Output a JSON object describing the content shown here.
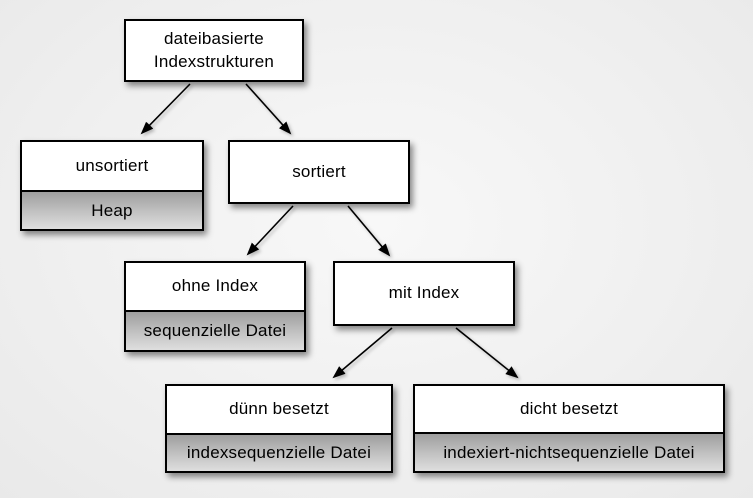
{
  "page": {
    "background_color": "#f0f0f0"
  },
  "diagram": {
    "type": "tree",
    "topic": "dateibasierte Indexstrukturen",
    "colors": {
      "node_fill": "#ffffff",
      "node_border": "#000000",
      "sublabel_gradient_top": "#9e9e9e",
      "sublabel_gradient_bottom": "#dedede",
      "text": "#000000",
      "arrow": "#000000"
    },
    "nodes": {
      "root": {
        "label": "dateibasierte Indexstrukturen"
      },
      "unsorted": {
        "label": "unsortiert",
        "sublabel": "Heap"
      },
      "sorted": {
        "label": "sortiert"
      },
      "no_index": {
        "label": "ohne Index",
        "sublabel": "sequenzielle Datei"
      },
      "with_index": {
        "label": "mit Index"
      },
      "sparse": {
        "label": "dünn besetzt",
        "sublabel": "indexsequenzielle Datei"
      },
      "dense": {
        "label": "dicht besetzt",
        "sublabel": "indexiert-nichtsequenzielle Datei"
      }
    },
    "edges": [
      {
        "from": "root",
        "to": "unsorted"
      },
      {
        "from": "root",
        "to": "sorted"
      },
      {
        "from": "sorted",
        "to": "no_index"
      },
      {
        "from": "sorted",
        "to": "with_index"
      },
      {
        "from": "with_index",
        "to": "sparse"
      },
      {
        "from": "with_index",
        "to": "dense"
      }
    ]
  }
}
